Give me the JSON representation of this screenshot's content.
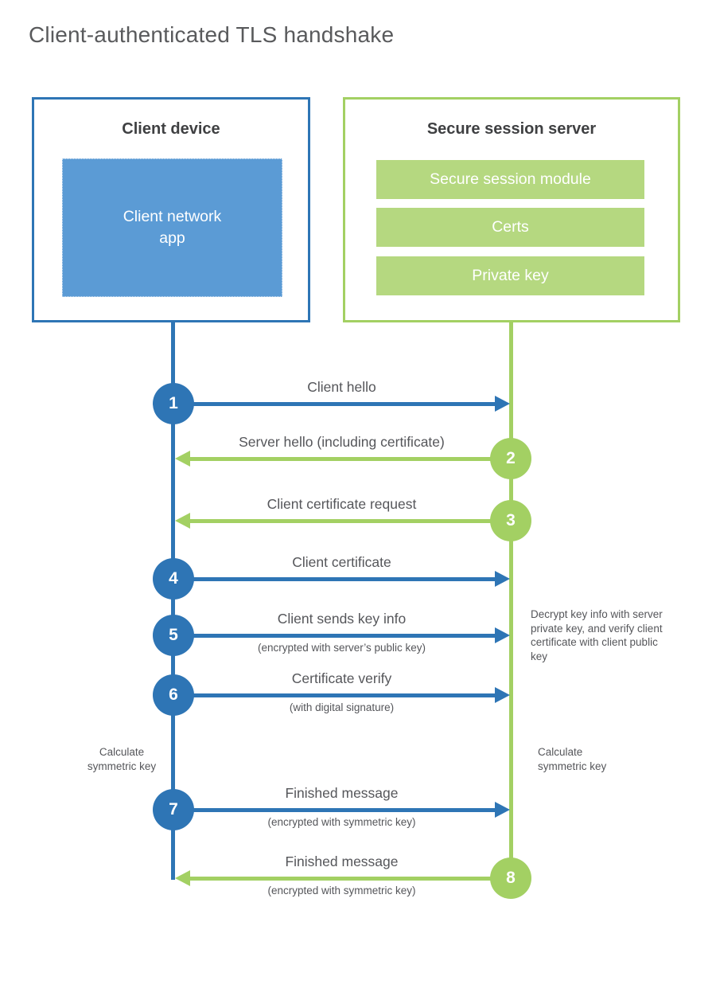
{
  "title": "Client-authenticated TLS handshake",
  "client": {
    "title": "Client device",
    "app_label": "Client network app"
  },
  "server": {
    "title": "Secure session server",
    "modules": [
      "Secure session module",
      "Certs",
      "Private key"
    ]
  },
  "steps": [
    {
      "num": "1",
      "label": "Client hello",
      "direction": "right",
      "color": "blue"
    },
    {
      "num": "2",
      "label": "Server hello (including certificate)",
      "direction": "left",
      "color": "green"
    },
    {
      "num": "3",
      "label": "Client certificate request",
      "direction": "left",
      "color": "green"
    },
    {
      "num": "4",
      "label": "Client certificate",
      "direction": "right",
      "color": "blue"
    },
    {
      "num": "5",
      "label": "Client sends key info",
      "sublabel": "(encrypted with server’s public key)",
      "direction": "right",
      "color": "blue"
    },
    {
      "num": "6",
      "label": "Certificate verify",
      "sublabel": "(with digital signature)",
      "direction": "right",
      "color": "blue"
    },
    {
      "num": "7",
      "label": "Finished message",
      "sublabel": "(encrypted with symmetric key)",
      "direction": "right",
      "color": "blue"
    },
    {
      "num": "8",
      "label": "Finished message",
      "sublabel": "(encrypted with symmetric key)",
      "direction": "left",
      "color": "green"
    }
  ],
  "notes": {
    "calc_left": "Calculate symmetric key",
    "calc_right": "Calculate symmetric key",
    "decrypt": "Decrypt key info with server private key, and verify client certificate with client public key"
  },
  "colors": {
    "blue": "#2e75b5",
    "blue_fill": "#5b9bd5",
    "green": "#a3d063",
    "green_fill": "#b5d880",
    "heading_text": "#3f4042",
    "label_text": "#55565a",
    "title_text": "#595a5c"
  }
}
